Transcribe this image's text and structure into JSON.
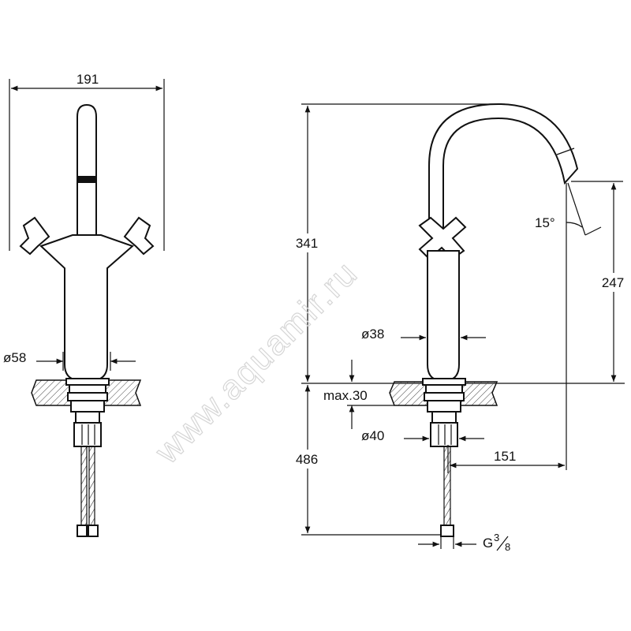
{
  "dimensions": {
    "width_total": "191",
    "base_diameter_front": "ø58",
    "height_total": "341",
    "spout_height": "247",
    "spout_angle": "15°",
    "body_diameter": "ø38",
    "max_deck_thickness": "max.30",
    "shank_diameter": "ø40",
    "hose_length": "486",
    "spout_reach": "151",
    "connection": "G",
    "connection_num": "3",
    "connection_den": "8"
  },
  "watermark": "www.aquamir.ru"
}
